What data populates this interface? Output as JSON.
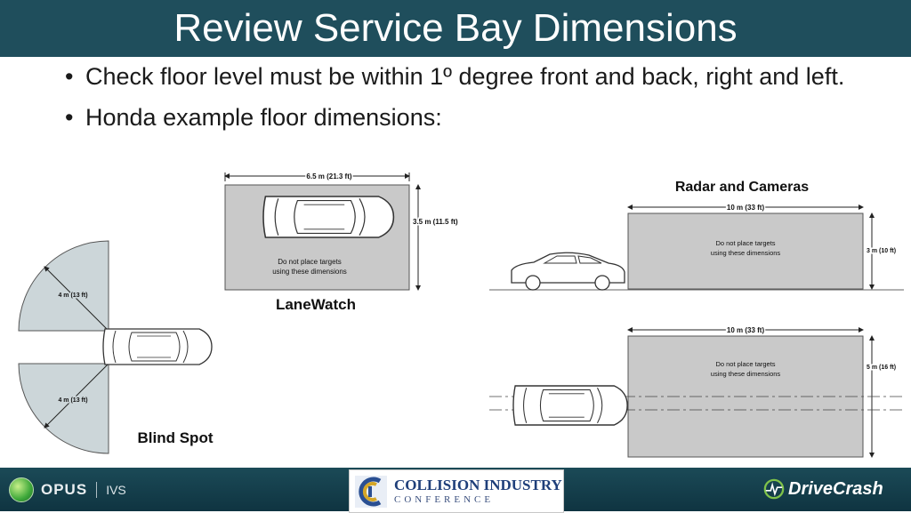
{
  "title": "Review Service Bay Dimensions",
  "bullets": [
    "Check floor level must be within 1º degree front and back, right and left.",
    "Honda example floor dimensions:"
  ],
  "diagrams": {
    "lanewatch": {
      "label": "LaneWatch",
      "width_dim": "6.5 m (21.3 ft)",
      "height_dim": "3.5 m (11.5 ft)",
      "note_line1": "Do not place targets",
      "note_line2": "using these dimensions"
    },
    "blind_spot": {
      "label": "Blind Spot",
      "radius_upper": "4 m (13 ft)",
      "radius_lower": "4 m (13 ft)"
    },
    "radar": {
      "label": "Radar and Cameras",
      "side_width_dim": "10 m (33 ft)",
      "side_height_dim": "3 m (10 ft)",
      "side_note_line1": "Do not place targets",
      "side_note_line2": "using these dimensions",
      "top_width_dim": "10 m (33 ft)",
      "top_height_dim": "5 m (16 ft)",
      "top_note_line1": "Do not place targets",
      "top_note_line2": "using these dimensions"
    }
  },
  "footer": {
    "opus": "OPUS",
    "ivs": "IVS",
    "cic_line1": "COLLISION INDUSTRY",
    "cic_line2": "CONFERENCE",
    "drivecrash": "DriveCrash"
  },
  "colors": {
    "title_bar": "#1f4e5c",
    "footer": "#1b4a57",
    "zone_fill": "#c9c9c9",
    "blind_fill": "#ccd6d9"
  }
}
